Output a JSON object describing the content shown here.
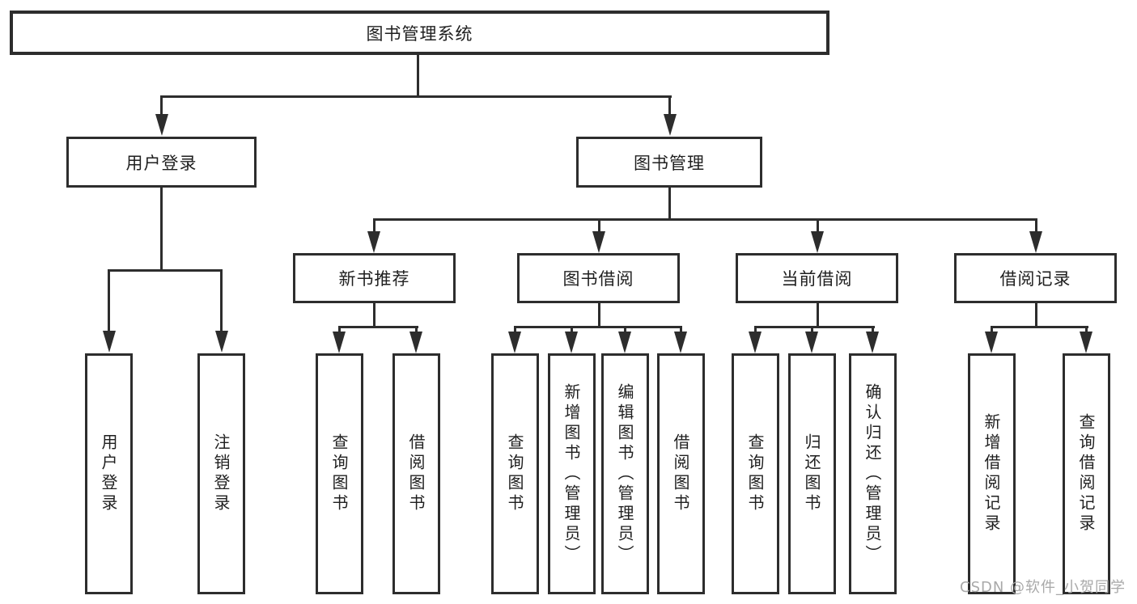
{
  "nodes": {
    "root": "图书管理系统",
    "user_login": "用户登录",
    "book_mgmt": "图书管理",
    "new_books": "新书推荐",
    "book_borrow": "图书借阅",
    "current_borrow": "当前借阅",
    "borrow_records": "借阅记录",
    "leaf_user_login": "用户登录",
    "leaf_logout": "注销登录",
    "leaf_nb_query": "查询图书",
    "leaf_nb_borrow": "借阅图书",
    "leaf_bb_query": "查询图书",
    "leaf_bb_add": "新增图书（管理员）",
    "leaf_bb_edit": "编辑图书（管理员）",
    "leaf_bb_borrow": "借阅图书",
    "leaf_cb_query": "查询图书",
    "leaf_cb_return": "归还图书",
    "leaf_cb_confirm": "确认归还（管理员）",
    "leaf_br_add": "新增借阅记录",
    "leaf_br_query": "查询借阅记录"
  },
  "watermark": "CSDN @软件_小贺同学",
  "colors": {
    "line": "#2d2d2d",
    "text": "#1f1f1f",
    "watermark": "#a9a9a9",
    "background": "#ffffff"
  }
}
